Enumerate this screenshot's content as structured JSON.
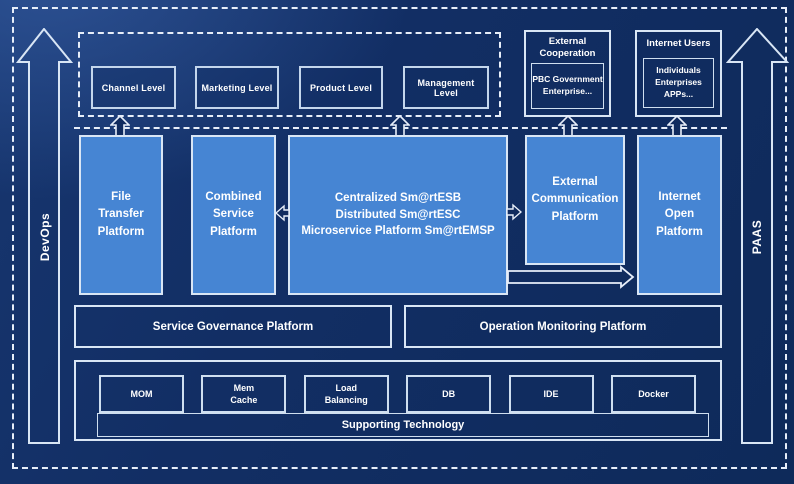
{
  "rails": {
    "left_label": "DevOps",
    "right_label": "PAAS"
  },
  "levels": {
    "items": [
      {
        "label": "Channel Level"
      },
      {
        "label": "Marketing Level"
      },
      {
        "label": "Product Level"
      },
      {
        "label": "Management Level"
      }
    ]
  },
  "external_cooperation": {
    "title": "External\nCooperation",
    "content": "PBC Government\nEnterprise..."
  },
  "internet_users": {
    "title": "Internet Users",
    "content": "Individuals\nEnterprises\nAPPs..."
  },
  "platforms": {
    "file_transfer": "File\nTransfer\nPlatform",
    "combined_service": "Combined\nService\nPlatform",
    "central_esb": "Centralized Sm@rtESB\nDistributed Sm@rtESC\nMicroservice Platform Sm@rtEMSP",
    "external_communication": "External\nCommunication\nPlatform",
    "internet_open": "Internet\nOpen\nPlatform"
  },
  "governance": {
    "service_governance": "Service Governance Platform",
    "operation_monitoring": "Operation Monitoring Platform"
  },
  "supporting": {
    "items": [
      {
        "label": "MOM"
      },
      {
        "label": "Mem\nCache"
      },
      {
        "label": "Load\nBalancing"
      },
      {
        "label": "DB"
      },
      {
        "label": "IDE"
      },
      {
        "label": "Docker"
      }
    ],
    "bar_title": "Supporting Technology"
  },
  "colors": {
    "background": "#112e64",
    "platform_blue": "#4685d3",
    "border_light": "#d9e6f5",
    "text": "#ffffff"
  }
}
